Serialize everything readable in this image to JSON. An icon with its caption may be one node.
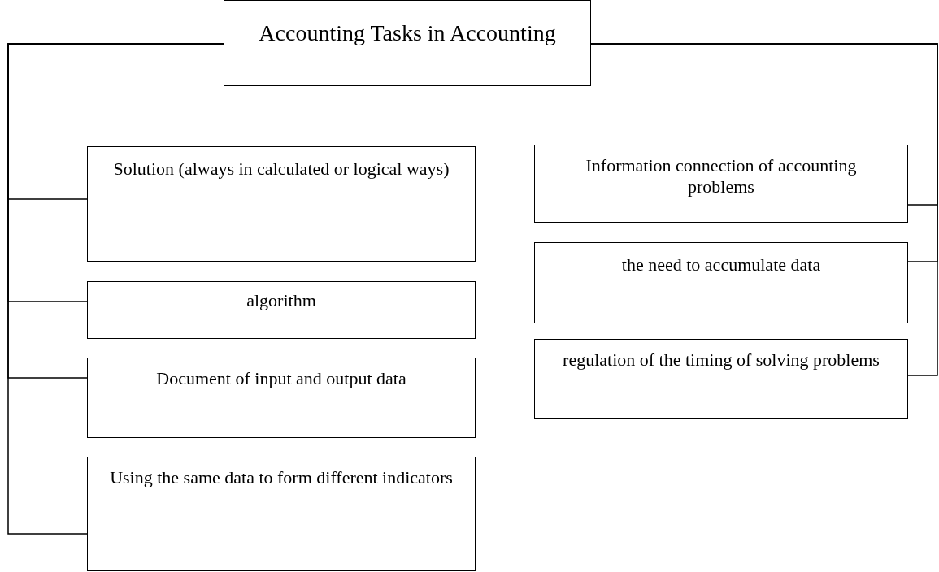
{
  "diagram": {
    "nodes": [
      {
        "text": [
          "Accounting Tasks in Accounting"
        ]
      },
      {
        "text": [
          "Solution (always in calculated or logical ways)"
        ]
      },
      {
        "text": [
          "algorithm"
        ]
      },
      {
        "text": [
          "Document of input and output data"
        ]
      },
      {
        "text": [
          "Using the same data to form different indicators"
        ]
      },
      {
        "text": [
          "Information connection of accounting problems"
        ]
      },
      {
        "text": [
          "the need to accumulate data"
        ]
      },
      {
        "text": [
          "regulation of the timing of solving problems"
        ]
      }
    ],
    "edges": [
      {
        "from": 0,
        "to": 1,
        "arrow": "none"
      },
      {
        "from": 0,
        "to": 2,
        "arrow": "none"
      },
      {
        "from": 0,
        "to": 3,
        "arrow": "none"
      },
      {
        "from": 0,
        "to": 4,
        "arrow": "none"
      },
      {
        "from": 0,
        "to": 5,
        "arrow": "none"
      },
      {
        "from": 0,
        "to": 6,
        "arrow": "none"
      },
      {
        "from": 0,
        "to": 7,
        "arrow": "none"
      }
    ]
  }
}
